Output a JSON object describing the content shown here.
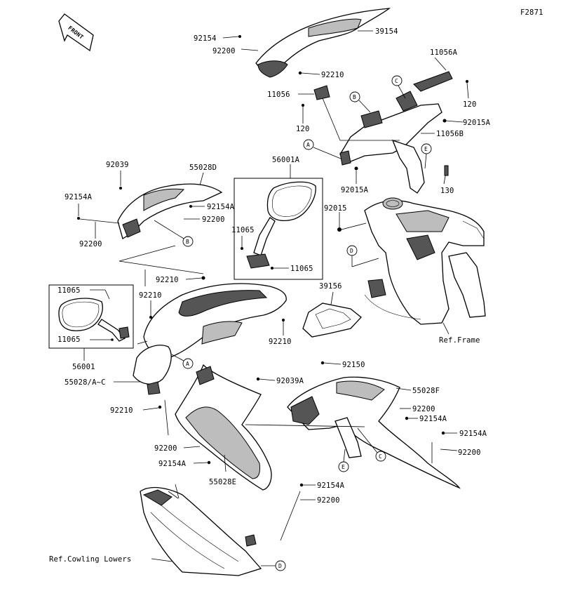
{
  "figure_code": "F2871",
  "front_label": "FRONT",
  "refs": {
    "A": "A",
    "B": "B",
    "C": "C",
    "D": "D",
    "E": "E"
  },
  "parts": {
    "p39154": "39154",
    "p92154_top": "92154",
    "p92200_top": "92200",
    "p92210_top": "92210",
    "p11056": "11056",
    "p120_left": "120",
    "p11056A": "11056A",
    "p120_right": "120",
    "p92015A_right": "92015A",
    "p11056B": "11056B",
    "p92015A_mid": "92015A",
    "p130": "130",
    "p92015": "92015",
    "p56001A": "56001A",
    "p11065_a": "11065",
    "p11065_b": "11065",
    "p92039": "92039",
    "p55028D": "55028D",
    "p92154A_left": "92154A",
    "p92154A_b": "92154A",
    "p92200_b": "92200",
    "p92200_left": "92200",
    "p92210_c": "92210",
    "p92210_d": "92210",
    "p11065_c": "11065",
    "p11065_d": "11065",
    "p56001": "56001",
    "p39156": "39156",
    "p92210_e": "92210",
    "p55028AC": "55028/A~C",
    "p92210_f": "92210",
    "p92039A": "92039A",
    "p92150": "92150",
    "p55028F": "55028F",
    "p92200_r1": "92200",
    "p92154A_r1": "92154A",
    "p92154A_r2": "92154A",
    "p92200_r2": "92200",
    "p92200_m": "92200",
    "p92154A_m": "92154A",
    "p55028E": "55028E",
    "p92154A_bot": "92154A",
    "p92200_bot": "92200"
  },
  "ref_texts": {
    "frame": "Ref.Frame",
    "cowling_lowers": "Ref.Cowling Lowers"
  }
}
